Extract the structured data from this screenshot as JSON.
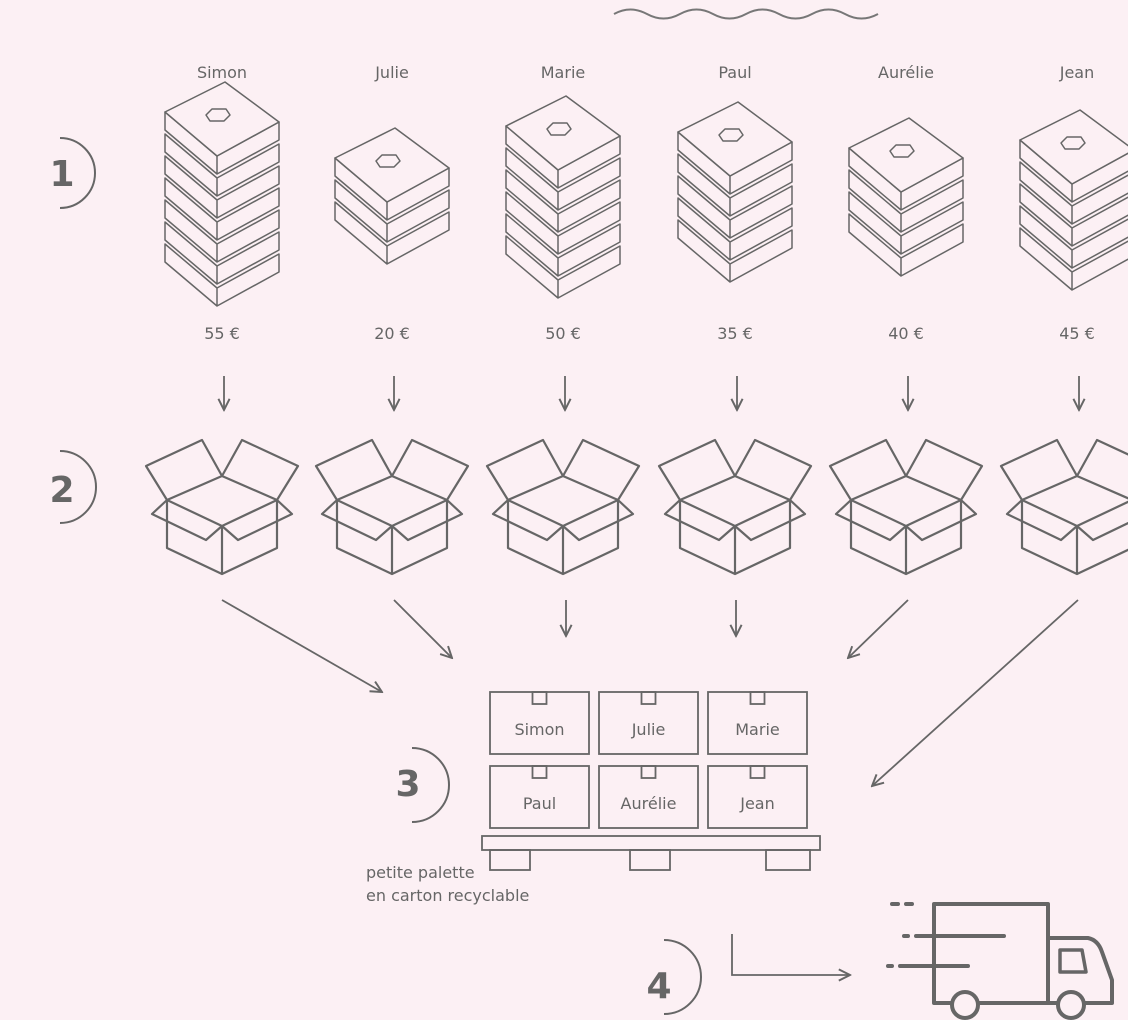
{
  "colors": {
    "background": "#fcf0f4",
    "stroke": "#666666",
    "text": "#666666"
  },
  "people": [
    "Simon",
    "Julie",
    "Marie",
    "Paul",
    "Aurélie",
    "Jean"
  ],
  "prices": [
    "55 €",
    "20 €",
    "50 €",
    "35 €",
    "40 €",
    "45 €"
  ],
  "stack_counts": [
    7,
    3,
    6,
    5,
    4,
    5
  ],
  "steps": [
    "1",
    "2",
    "3",
    "4"
  ],
  "pallet_labels": [
    "Simon",
    "Julie",
    "Marie",
    "Paul",
    "Aurélie",
    "Jean"
  ],
  "pallet_caption": [
    "petite palette",
    "en carton recyclable"
  ],
  "icons": {
    "stack": "box-stack-icon",
    "open_box": "open-box-icon",
    "pallet": "pallet-icon",
    "truck": "delivery-truck-icon",
    "wave": "wave-icon"
  }
}
